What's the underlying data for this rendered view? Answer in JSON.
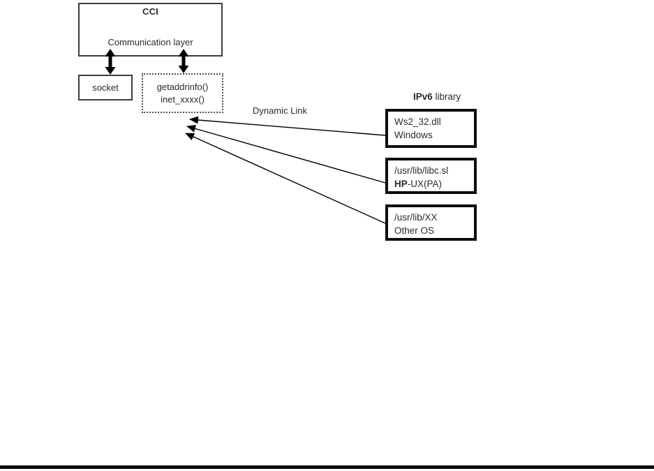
{
  "diagram": {
    "cci_box": {
      "title": "CCI",
      "subtitle": "Communication layer"
    },
    "socket_box": {
      "label": "socket"
    },
    "api_box": {
      "line1": "getaddrinfo()",
      "line2": "inet_xxxx()"
    },
    "dynamic_link_label": "Dynamic Link",
    "ipv6_library_label": {
      "bold": "IPv6",
      "rest": " library"
    },
    "library_boxes": [
      {
        "line1": "Ws2_32.dll",
        "line2": "Windows"
      },
      {
        "line1": "/usr/lib/libc.sl",
        "line2_bold": "HP",
        "line2_rest": "-UX(PA)"
      },
      {
        "line1": "/usr/lib/XX",
        "line2": "Other OS"
      }
    ],
    "connectors": {
      "cci_to_socket": "bidirectional-vertical-arrow",
      "cci_to_api": "bidirectional-vertical-arrow",
      "dynamic_links": "three lines from library boxes to getaddrinfo box with arrowheads at getaddrinfo corner"
    },
    "colors": {
      "background": "#ffffff",
      "text": "#2b2b2b",
      "thin_border": "#3d3d3d",
      "thick_border": "#0d0d0d",
      "line": "#000000"
    }
  }
}
